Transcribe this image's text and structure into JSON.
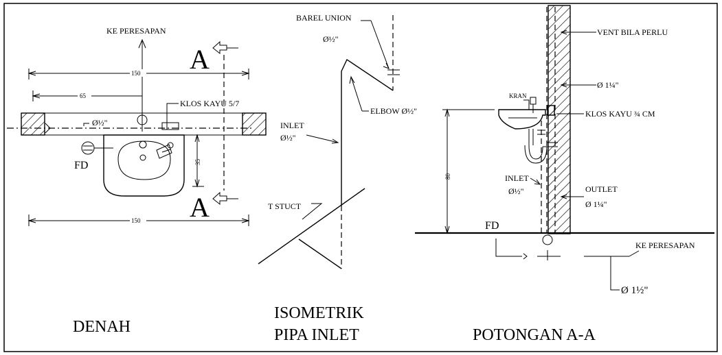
{
  "denah": {
    "title": "DENAH",
    "ke_peresapan": "KE PERESAPAN",
    "dim_top": "150",
    "dim_inner": "65",
    "dim_bottom": "150",
    "dim_side": "35",
    "klos_kayu": "KLOS KAYU 5/7",
    "pipe_size": "Ø½\"",
    "fd": "FD",
    "section_mark_top": "A",
    "section_mark_bottom": "A"
  },
  "isometrik": {
    "title_line1": "ISOMETRIK",
    "title_line2": "PIPA INLET",
    "barel_union": "BAREL UNION",
    "barel_union_size": "Ø½\"",
    "elbow": "ELBOW Ø½\"",
    "inlet": "INLET",
    "inlet_size": "Ø½\"",
    "t_stuct": "T STUCT"
  },
  "potongan": {
    "title": "POTONGAN A-A",
    "vent": "VENT BILA PERLU",
    "vent_size": "Ø 1¼\"",
    "kran": "KRAN",
    "klos_kayu": "KLOS KAYU ¾ CM",
    "height_dim": "80",
    "inlet": "INLET",
    "inlet_size": "Ø½\"",
    "outlet": "OUTLET",
    "outlet_size": "Ø 1¼\"",
    "fd": "FD",
    "ke_peresapan": "KE PERESAPAN",
    "drain_size": "Ø 1½\""
  }
}
